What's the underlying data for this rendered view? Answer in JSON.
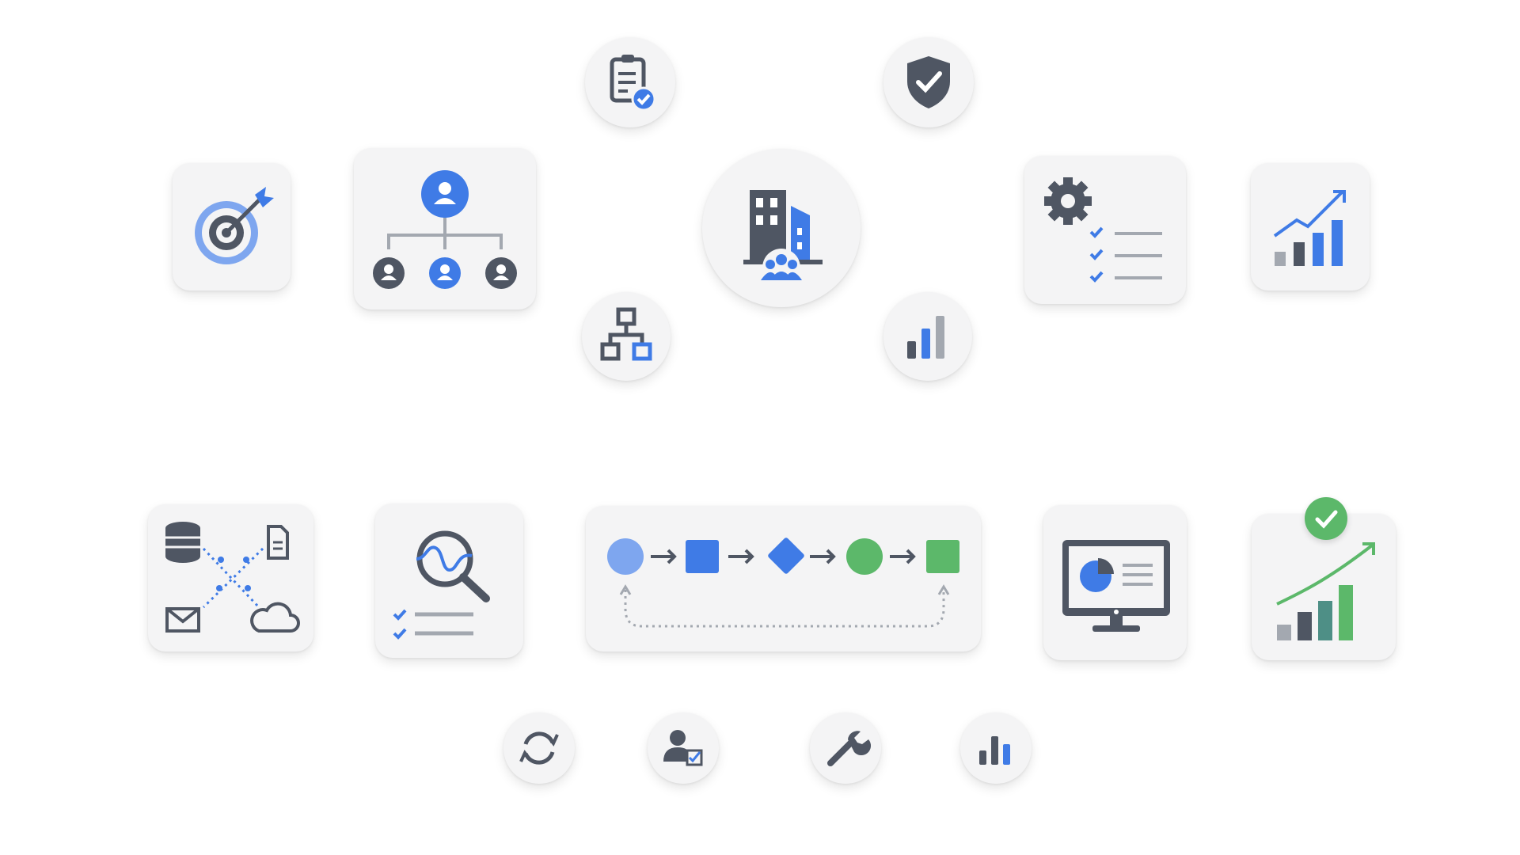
{
  "colors": {
    "background": "#ffffff",
    "tile": "#f4f4f5",
    "blue": "#3f7be6",
    "light_blue": "#7ea6ef",
    "dark_gray": "#4f5663",
    "light_gray": "#a3a8b0",
    "green": "#5cb86a",
    "teal": "#4e8f86"
  },
  "tiles": [
    {
      "id": "clipboard-check",
      "shape": "circle",
      "icon": "clipboard-check-icon"
    },
    {
      "id": "shield-check",
      "shape": "circle",
      "icon": "shield-check-icon"
    },
    {
      "id": "target",
      "shape": "card",
      "icon": "target-arrow-icon"
    },
    {
      "id": "org-chart",
      "shape": "card",
      "icon": "org-chart-icon"
    },
    {
      "id": "building-team",
      "shape": "circle",
      "icon": "building-team-icon"
    },
    {
      "id": "settings-checklist",
      "shape": "card",
      "icon": "gear-checklist-icon"
    },
    {
      "id": "growth-chart",
      "shape": "card",
      "icon": "trend-up-bar-chart-icon"
    },
    {
      "id": "hierarchy",
      "shape": "circle",
      "icon": "hierarchy-icon"
    },
    {
      "id": "bar-chart",
      "shape": "circle",
      "icon": "bar-chart-icon"
    },
    {
      "id": "data-integration",
      "shape": "card",
      "icon": "database-document-mail-cloud-icon"
    },
    {
      "id": "analysis",
      "shape": "card",
      "icon": "magnifier-wave-checklist-icon"
    },
    {
      "id": "workflow",
      "shape": "card",
      "icon": "process-flow-icon"
    },
    {
      "id": "dashboard",
      "shape": "card",
      "icon": "monitor-pie-chart-icon"
    },
    {
      "id": "verified-growth",
      "shape": "card",
      "icon": "growth-check-icon"
    },
    {
      "id": "refresh",
      "shape": "circle",
      "icon": "refresh-icon"
    },
    {
      "id": "user-check",
      "shape": "circle",
      "icon": "user-check-icon"
    },
    {
      "id": "wrench",
      "shape": "circle",
      "icon": "wrench-icon"
    },
    {
      "id": "bars-small",
      "shape": "circle",
      "icon": "bar-chart-icon"
    }
  ]
}
